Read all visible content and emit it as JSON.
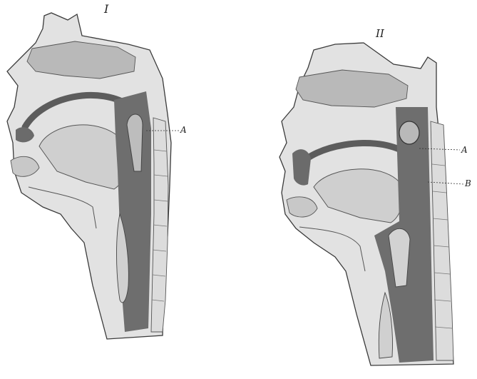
{
  "figures": [
    {
      "numeral": "I",
      "callouts": [
        {
          "label": "A"
        }
      ]
    },
    {
      "numeral": "II",
      "callouts": [
        {
          "label": "A"
        },
        {
          "label": "B"
        }
      ]
    }
  ],
  "colors": {
    "tissue": "#d4d4d4",
    "tissue_light": "#e6e6e6",
    "cavity": "#707070",
    "outline": "#333333",
    "paper": "#ffffff"
  }
}
